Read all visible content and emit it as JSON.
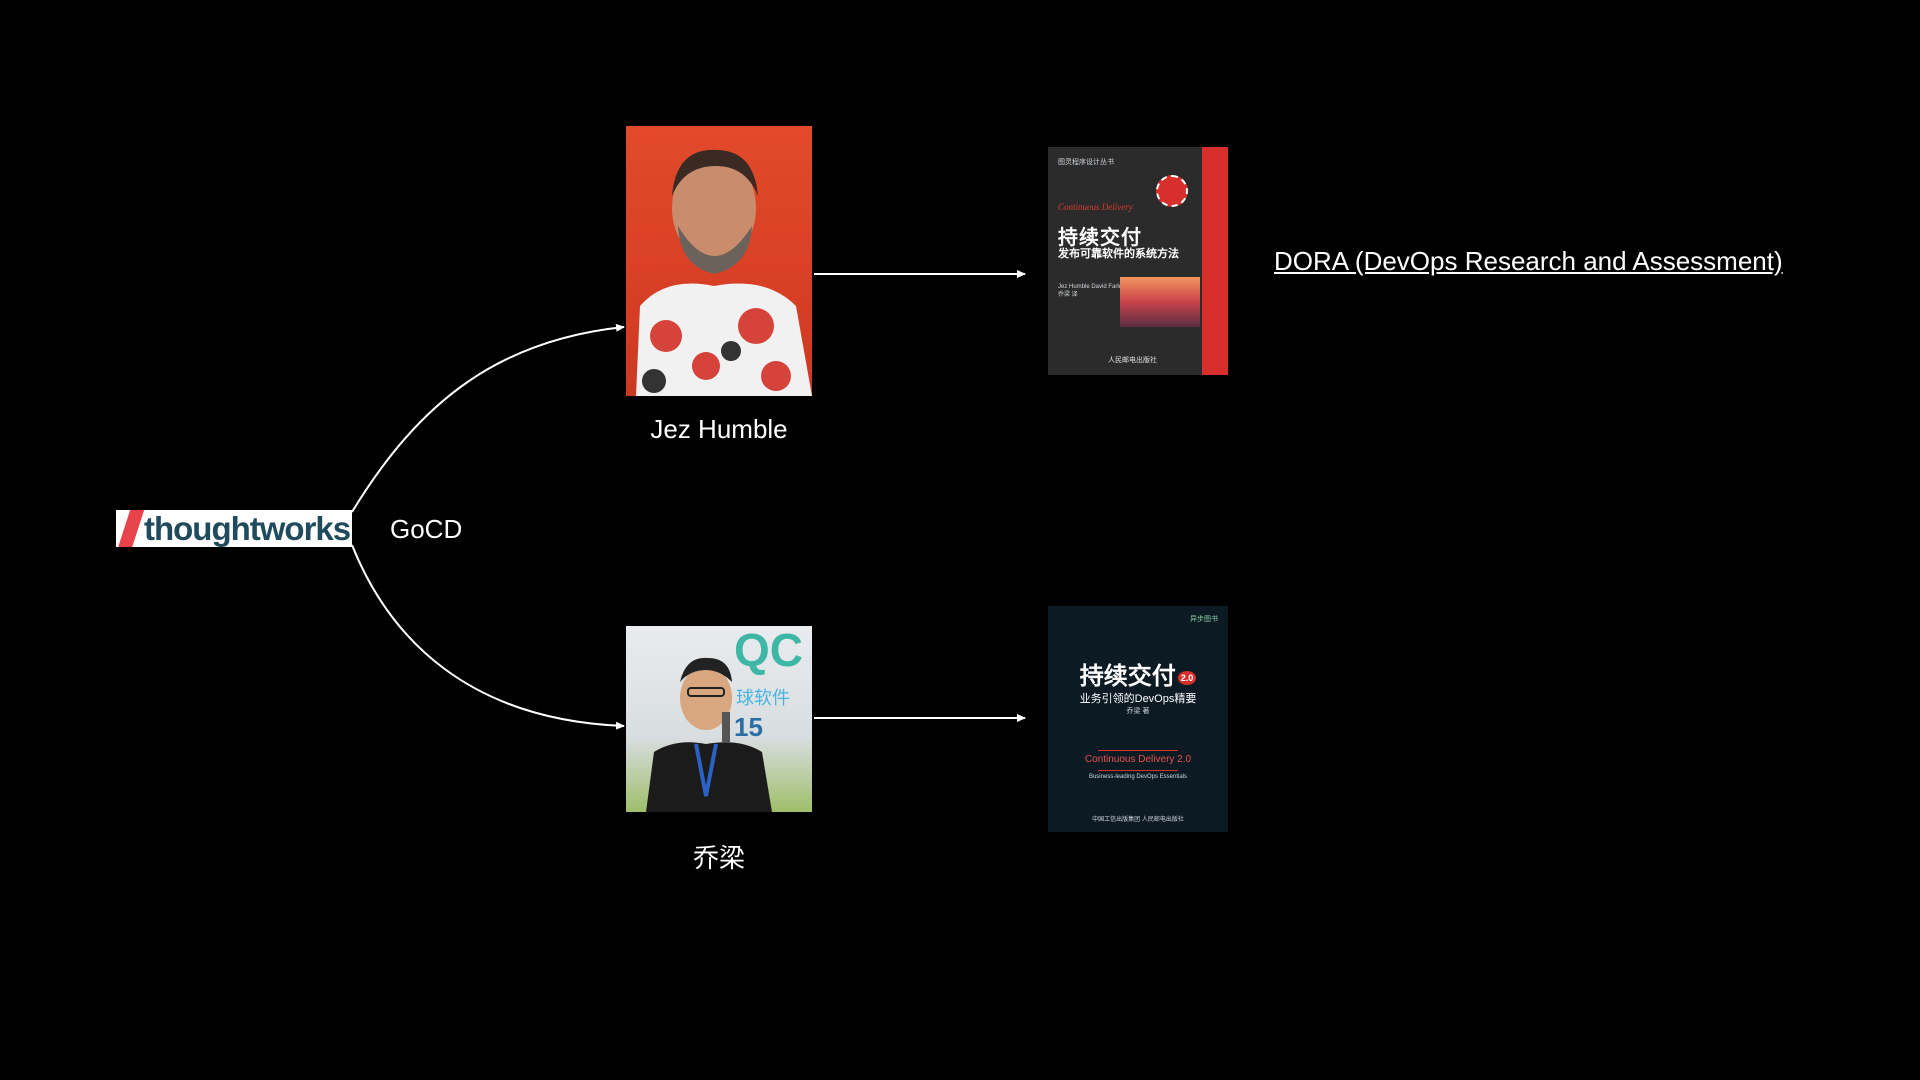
{
  "logo": {
    "text": "thoughtworks"
  },
  "gocd": "GoCD",
  "people": [
    {
      "name": "Jez Humble"
    },
    {
      "name": "乔梁"
    }
  ],
  "books": {
    "book1": {
      "publisher_tag": "图灵程序设计丛书",
      "en_title": "Continuous Delivery",
      "zh_title": "持续交付",
      "zh_subtitle": "发布可靠软件的系统方法",
      "authors": "Jez Humble  David Farley",
      "translator": "乔梁 译",
      "press": "人民邮电出版社"
    },
    "book2": {
      "top_tag": "异步图书",
      "zh_title": "持续交付",
      "version": "2.0",
      "zh_subtitle": "业务引领的DevOps精要",
      "author": "乔梁 著",
      "en_title": "Continuous Delivery 2.0",
      "en_subtitle": "Business-leading DevOps Essentials",
      "publishers": "中国工信出版集团  人民邮电出版社"
    }
  },
  "dora": "DORA (DevOps Research and Assessment)",
  "colors": {
    "background": "#000000",
    "text": "#ffffff",
    "arrow": "#ffffff",
    "accent": "#d7302c"
  }
}
